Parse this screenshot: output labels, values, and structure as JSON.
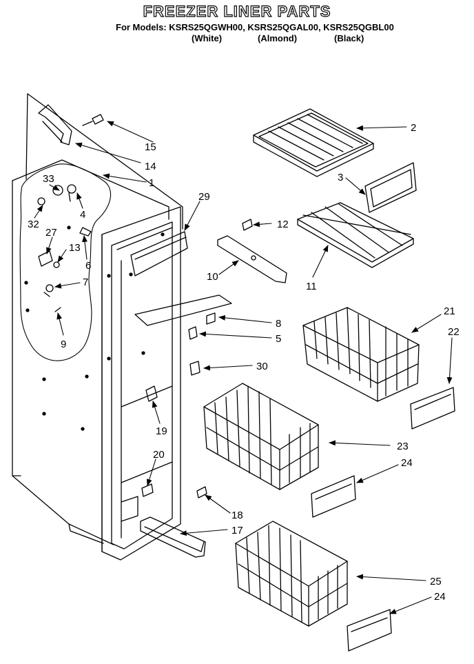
{
  "header": {
    "title": "FREEZER LINER PARTS",
    "models": "For Models: KSRS25QGWH00, KSRS25QGAL00, KSRS25QGBL00",
    "colors": [
      "(White)",
      "(Almond)",
      "(Black)"
    ]
  },
  "callouts": [
    "15",
    "14",
    "1",
    "33",
    "4",
    "32",
    "2",
    "3",
    "29",
    "12",
    "27",
    "13",
    "6",
    "7",
    "10",
    "11",
    "9",
    "8",
    "5",
    "21",
    "22",
    "30",
    "19",
    "23",
    "24",
    "20",
    "18",
    "17",
    "25",
    "24"
  ]
}
